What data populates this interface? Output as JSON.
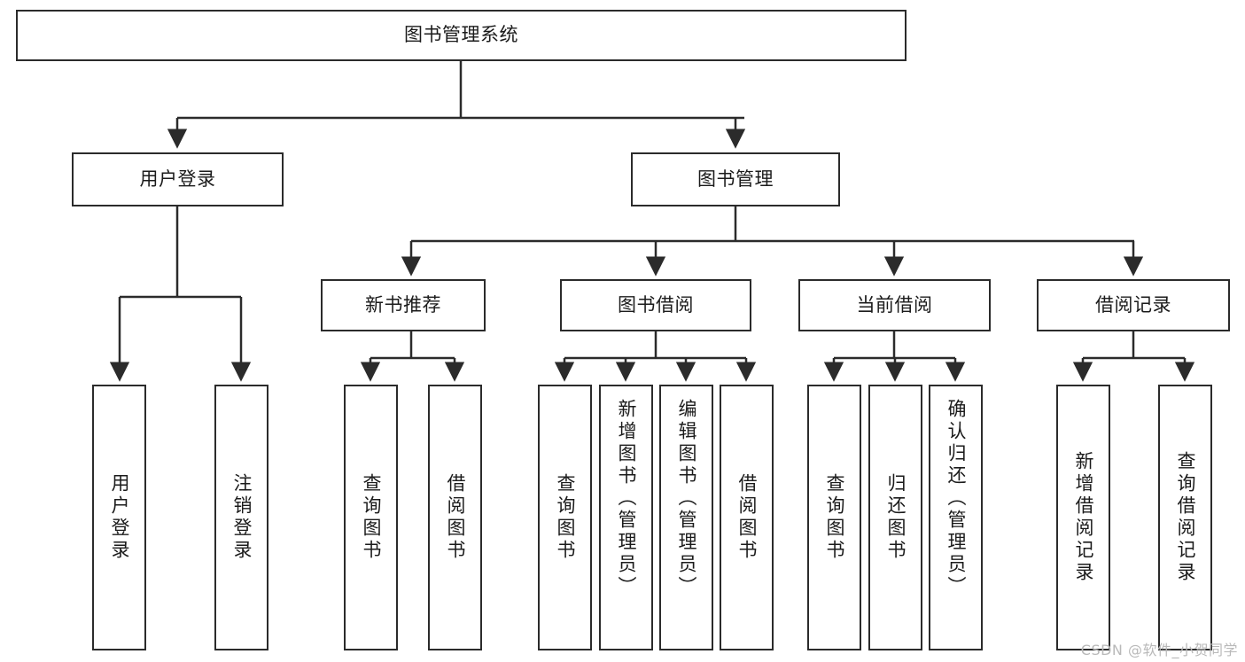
{
  "diagram": {
    "type": "hierarchy-tree",
    "title": "图书管理系统",
    "watermark": "CSDN @软件_小贺同学",
    "colors": {
      "stroke": "#2b2b2b",
      "fill": "#ffffff",
      "text": "#1b1b1b",
      "watermark": "#b9b9b9"
    },
    "nodes": {
      "root": {
        "label": "图书管理系统"
      },
      "level2": [
        {
          "label": "用户登录"
        },
        {
          "label": "图书管理"
        }
      ],
      "level3": [
        {
          "label": "新书推荐"
        },
        {
          "label": "图书借阅"
        },
        {
          "label": "当前借阅"
        },
        {
          "label": "借阅记录"
        }
      ],
      "leaves": {
        "user_login": [
          {
            "label": "用户登录"
          },
          {
            "label": "注销登录"
          }
        ],
        "new_book": [
          {
            "label": "查询图书"
          },
          {
            "label": "借阅图书"
          }
        ],
        "borrow_book": [
          {
            "label": "查询图书"
          },
          {
            "label": "新增图书（管理员）"
          },
          {
            "label": "编辑图书（管理员）"
          },
          {
            "label": "借阅图书"
          }
        ],
        "current_borrow": [
          {
            "label": "查询图书"
          },
          {
            "label": "归还图书"
          },
          {
            "label": "确认归还（管理员）"
          }
        ],
        "borrow_record": [
          {
            "label": "新增借阅记录"
          },
          {
            "label": "查询借阅记录"
          }
        ]
      }
    }
  }
}
